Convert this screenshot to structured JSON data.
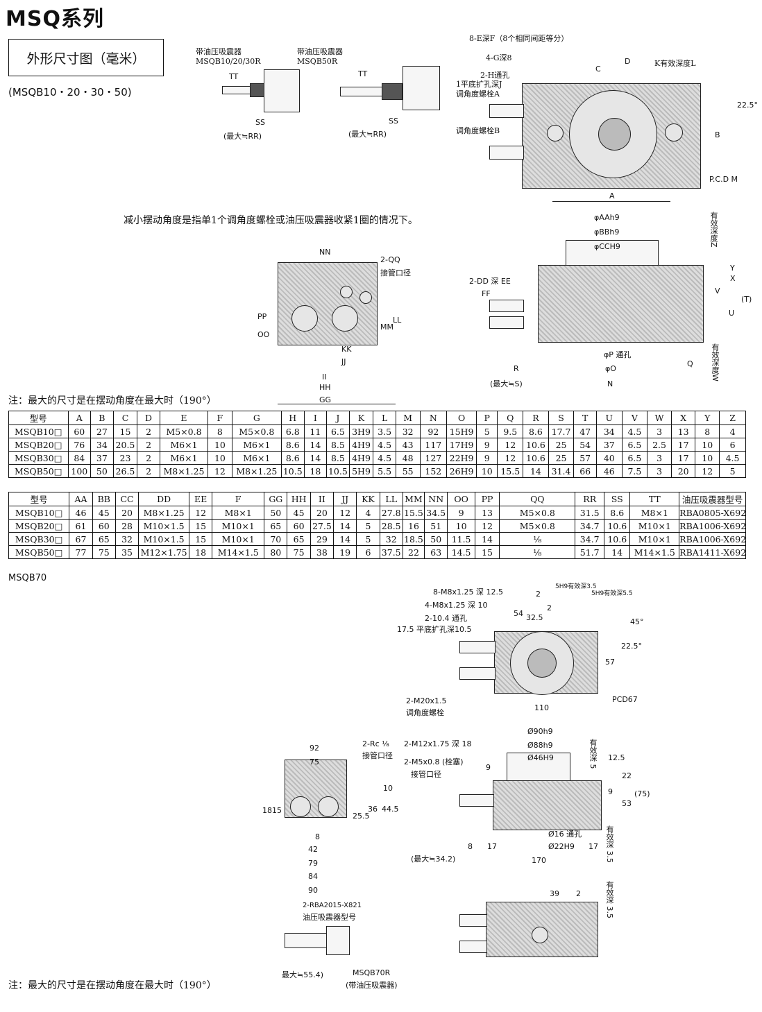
{
  "page": {
    "title": "MSQ系列",
    "box_title": "外形尺寸图（毫米）",
    "models": "(MSQB10・20・30・50)",
    "reduce_note": "减小摆动角度是指单1个调角度螺栓或油压吸震器收紧1圈的情况下。",
    "max_note": "注：最大的尺寸是在摆动角度在最大时（190°）",
    "section_70": "MSQB70",
    "max_note_70": "注：最大的尺寸是在摆动角度在最大时（190°）"
  },
  "top_figs": {
    "shock_1_title": "带油压吸震器",
    "shock_1_model": "MSQB10/20/30R",
    "shock_2_title": "带油压吸震器",
    "shock_2_model": "MSQB50R",
    "tt": "TT",
    "ss": "SS",
    "rr": "(最大≒RR)",
    "e_label": "8-E深F（8个相同间距等分）",
    "g_label": "4-G深8",
    "h_label": "2-H通孔",
    "h_label2": "1平底扩孔深J",
    "bolt_a": "调角度螺栓A",
    "bolt_b": "调角度螺栓B",
    "k_label": "K有效深度L",
    "angle": "22.5°",
    "c": "C",
    "d": "D",
    "b": "B",
    "a": "A",
    "pcd": "P.C.D M"
  },
  "mid_figs": {
    "nn": "NN",
    "qq": "2-QQ",
    "qq2": "接管口径",
    "pp": "PP",
    "oo": "OO",
    "ll": "LL",
    "mm": "MM",
    "kk": "KK",
    "jj": "JJ",
    "ii": "II",
    "hh": "HH",
    "gg": "GG",
    "aa": "φAAh9",
    "bb": "φBBh9",
    "cc": "φCCH9",
    "dd": "2-DD 深 EE",
    "ff": "FF",
    "z": "有效深度Z",
    "w": "有效深度W",
    "y": "Y",
    "x": "X",
    "v": "V",
    "u": "U",
    "t": "(T)",
    "p": "φP 通孔",
    "o": "φO",
    "r": "R",
    "q": "Q",
    "n": "N",
    "s": "(最大≒S)"
  },
  "table1": {
    "header": [
      "型号",
      "A",
      "B",
      "C",
      "D",
      "E",
      "F",
      "G",
      "H",
      "I",
      "J",
      "K",
      "L",
      "M",
      "N",
      "O",
      "P",
      "Q",
      "R",
      "S",
      "T",
      "U",
      "V",
      "W",
      "X",
      "Y",
      "Z"
    ],
    "rows": [
      [
        "MSQB10□",
        "60",
        "27",
        "15",
        "2",
        "M5×0.8",
        "8",
        "M5×0.8",
        "6.8",
        "11",
        "6.5",
        "3H9",
        "3.5",
        "32",
        "92",
        "15H9",
        "5",
        "9.5",
        "8.6",
        "17.7",
        "47",
        "34",
        "4.5",
        "3",
        "13",
        "8",
        "4"
      ],
      [
        "MSQB20□",
        "76",
        "34",
        "20.5",
        "2",
        "M6×1",
        "10",
        "M6×1",
        "8.6",
        "14",
        "8.5",
        "4H9",
        "4.5",
        "43",
        "117",
        "17H9",
        "9",
        "12",
        "10.6",
        "25",
        "54",
        "37",
        "6.5",
        "2.5",
        "17",
        "10",
        "6"
      ],
      [
        "MSQB30□",
        "84",
        "37",
        "23",
        "2",
        "M6×1",
        "10",
        "M6×1",
        "8.6",
        "14",
        "8.5",
        "4H9",
        "4.5",
        "48",
        "127",
        "22H9",
        "9",
        "12",
        "10.6",
        "25",
        "57",
        "40",
        "6.5",
        "3",
        "17",
        "10",
        "4.5"
      ],
      [
        "MSQB50□",
        "100",
        "50",
        "26.5",
        "2",
        "M8×1.25",
        "12",
        "M8×1.25",
        "10.5",
        "18",
        "10.5",
        "5H9",
        "5.5",
        "55",
        "152",
        "26H9",
        "10",
        "15.5",
        "14",
        "31.4",
        "66",
        "46",
        "7.5",
        "3",
        "20",
        "12",
        "5"
      ]
    ]
  },
  "table2": {
    "header": [
      "型号",
      "AA",
      "BB",
      "CC",
      "DD",
      "EE",
      "F",
      "GG",
      "HH",
      "II",
      "JJ",
      "KK",
      "LL",
      "MM",
      "NN",
      "OO",
      "PP",
      "QQ",
      "RR",
      "SS",
      "TT",
      "油压吸震器型号"
    ],
    "rows": [
      [
        "MSQB10□",
        "46",
        "45",
        "20",
        "M8×1.25",
        "12",
        "M8×1",
        "50",
        "45",
        "20",
        "12",
        "4",
        "27.8",
        "15.5",
        "34.5",
        "9",
        "13",
        "M5×0.8",
        "31.5",
        "8.6",
        "M8×1",
        "RBA0805-X692"
      ],
      [
        "MSQB20□",
        "61",
        "60",
        "28",
        "M10×1.5",
        "15",
        "M10×1",
        "65",
        "60",
        "27.5",
        "14",
        "5",
        "28.5",
        "16",
        "51",
        "10",
        "12",
        "M5×0.8",
        "34.7",
        "10.6",
        "M10×1",
        "RBA1006-X692"
      ],
      [
        "MSQB30□",
        "67",
        "65",
        "32",
        "M10×1.5",
        "15",
        "M10×1",
        "70",
        "65",
        "29",
        "14",
        "5",
        "32",
        "18.5",
        "50",
        "11.5",
        "14",
        "⅛",
        "34.7",
        "10.6",
        "M10×1",
        "RBA1006-X692"
      ],
      [
        "MSQB50□",
        "77",
        "75",
        "35",
        "M12×1.75",
        "18",
        "M14×1.5",
        "80",
        "75",
        "38",
        "19",
        "6",
        "37.5",
        "22",
        "63",
        "14.5",
        "15",
        "⅛",
        "51.7",
        "14",
        "M14×1.5",
        "RBA1411-X692"
      ]
    ]
  },
  "b70": {
    "m8": "8-M8x1.25 深 12.5",
    "m8b": "4-M8x1.25 深 10",
    "hole": "2-10.4 通孔",
    "cb": "17.5 平底扩孔深10.5",
    "m20": "2-M20x1.5",
    "m20b": "调角度螺栓",
    "d110": "110",
    "d57": "57",
    "pcd": "PCD67",
    "a45": "45°",
    "a225": "22.5°",
    "d54": "54",
    "d325": "32.5",
    "d2a": "2",
    "d2b": "2",
    "h9a": "5H9有效深3.5",
    "h9b": "5H9有效深5.5",
    "d92": "92",
    "d75": "75",
    "rc": "2-Rc ⅛",
    "rc2": "接管口径",
    "d18": "18",
    "d15": "15",
    "d255": "25.5",
    "d36": "36",
    "d445": "44.5",
    "d10": "10",
    "d8": "8",
    "d42": "42",
    "d79": "79",
    "d84": "84",
    "d90": "90",
    "m12": "2-M12x1.75 深 18",
    "m5": "2-M5x0.8 (栓塞)",
    "m5b": "接管口径",
    "d90h9": "Ø90h9",
    "d88h9": "Ø88h9",
    "d46h9": "Ø46H9",
    "eff5": "有效深 5",
    "d125": "12.5",
    "d22": "22",
    "d9": "9",
    "d53": "53",
    "d75p": "(75)",
    "d16": "Ø16 通孔",
    "d22h9": "Ø22H9",
    "d17a": "17",
    "d17b": "17",
    "d8b": "8",
    "d9b": "9",
    "d170": "170",
    "max342": "(最大≒34.2)",
    "eff35": "有效深 3.5",
    "d39": "39",
    "d2c": "2",
    "eff35b": "有效深 3.5",
    "rba": "2-RBA2015-X821",
    "rba2": "油压吸震器型号",
    "max554": "最大≒55.4)",
    "r_model": "MSQB70R",
    "r_desc": "(带油压吸震器)"
  }
}
